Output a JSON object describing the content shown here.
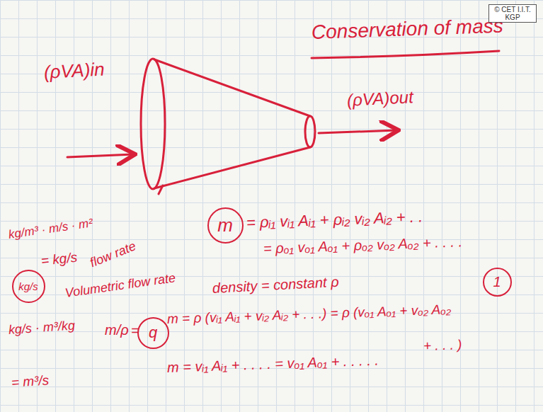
{
  "diagram": {
    "title": "Conservation of mass",
    "nodes": [
      {
        "text": [
          "m"
        ]
      },
      {
        "text": [
          "1"
        ]
      },
      {
        "text": [
          "kg/s"
        ]
      },
      {
        "text": [
          "q"
        ]
      }
    ],
    "labels": [
      "© CET I.I.T. KGP",
      "(ρVA)in",
      "(ρVA)out",
      "= ρᵢ₁ vᵢ₁ Aᵢ₁ + ρᵢ₂ vᵢ₂ Aᵢ₂ + . .",
      "kg/m³ · m/s · m²",
      "= ρₒ₁ vₒ₁ Aₒ₁ + ρₒ₂ vₒ₂ Aₒ₂ + . . . .",
      "= kg/s",
      "flow rate",
      "Volumetric flow rate",
      "density = constant ρ",
      "kg/s · m³/kg",
      "m/ρ",
      "=",
      "m = ρ (vᵢ₁ Aᵢ₁ + vᵢ₂ Aᵢ₂ + . . .) = ρ (vₒ₁ Aₒ₁ + vₒ₂ Aₒ₂",
      "+ . . . )",
      "= m³/s",
      "m = vᵢ₁ Aᵢ₁ + . . . . = vₒ₁ Aₒ₁ + . . . . ."
    ]
  }
}
